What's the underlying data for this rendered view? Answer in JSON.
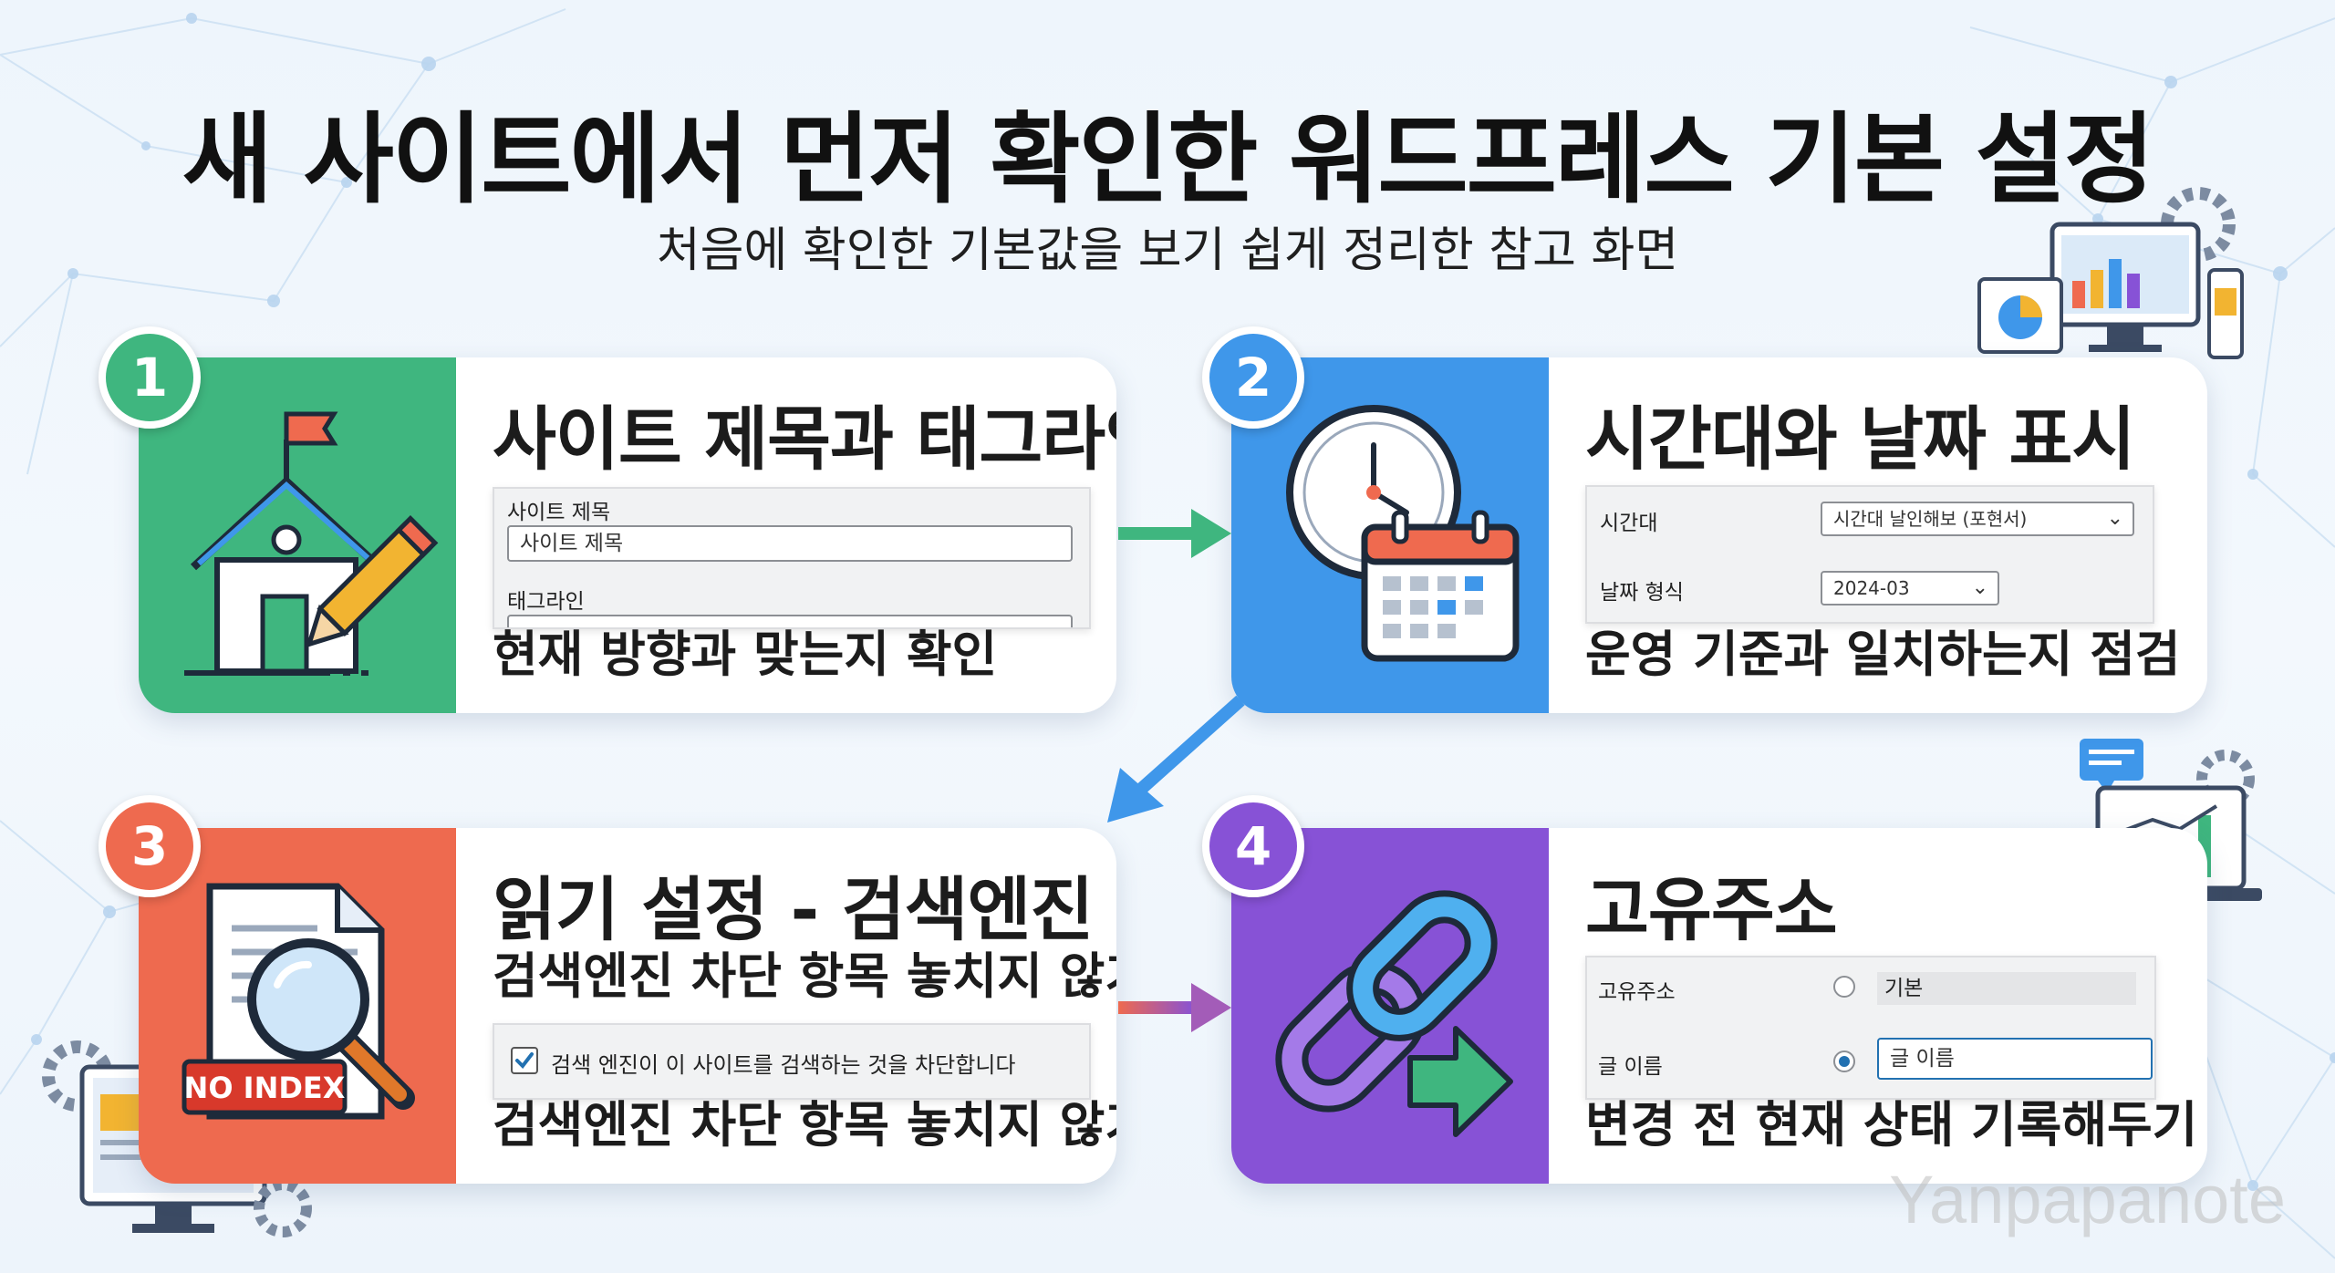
{
  "header": {
    "title": "새 사이트에서 먼저 확인한 워드프레스 기본 설정",
    "subtitle": "처음에 확인한 기본값을 보기 쉽게 정리한 참고 화면"
  },
  "cards": [
    {
      "number": "1",
      "color": "#3fb67f",
      "title": "사이트 제목과 태그라인",
      "form": {
        "site_title_label": "사이트 제목",
        "site_title_value": "사이트 제목",
        "tagline_label": "태그라인"
      },
      "footer": "현재 방향과 맞는지 확인",
      "icon": "house-pencil-icon"
    },
    {
      "number": "2",
      "color": "#3f97ea",
      "title": "시간대와 날짜 표시",
      "form": {
        "timezone_label": "시간대",
        "timezone_value": "시간대 날인해보 (포현서)",
        "date_format_label": "날짜 형식",
        "date_format_value": "2024-03"
      },
      "footer": "운영 기준과 일치하는지 점검",
      "icon": "clock-calendar-icon"
    },
    {
      "number": "3",
      "color": "#ee6a4f",
      "title": "읽기 설정 - 검색엔진",
      "subtitle": "검색엔진 차단 항목 놓치지 않기",
      "form": {
        "checkbox_label": "검색 엔진이 이 사이트를 검색하는 것을 차단합니다",
        "checked": true
      },
      "footer": "검색엔진 차단 항목 놓치지 않기",
      "icon": "document-magnifier-icon",
      "icon_text": "NO INDEX"
    },
    {
      "number": "4",
      "color": "#8752d6",
      "title": "고유주소",
      "form": {
        "permalink_label": "고유주소",
        "option_plain": "기본",
        "post_name_label": "글 이름",
        "option_post_name": "글 이름",
        "selected": "글 이름"
      },
      "footer": "변경 전 현재 상태 기록해두기",
      "icon": "chain-link-icon"
    }
  ],
  "watermark": "Yanpapanote"
}
